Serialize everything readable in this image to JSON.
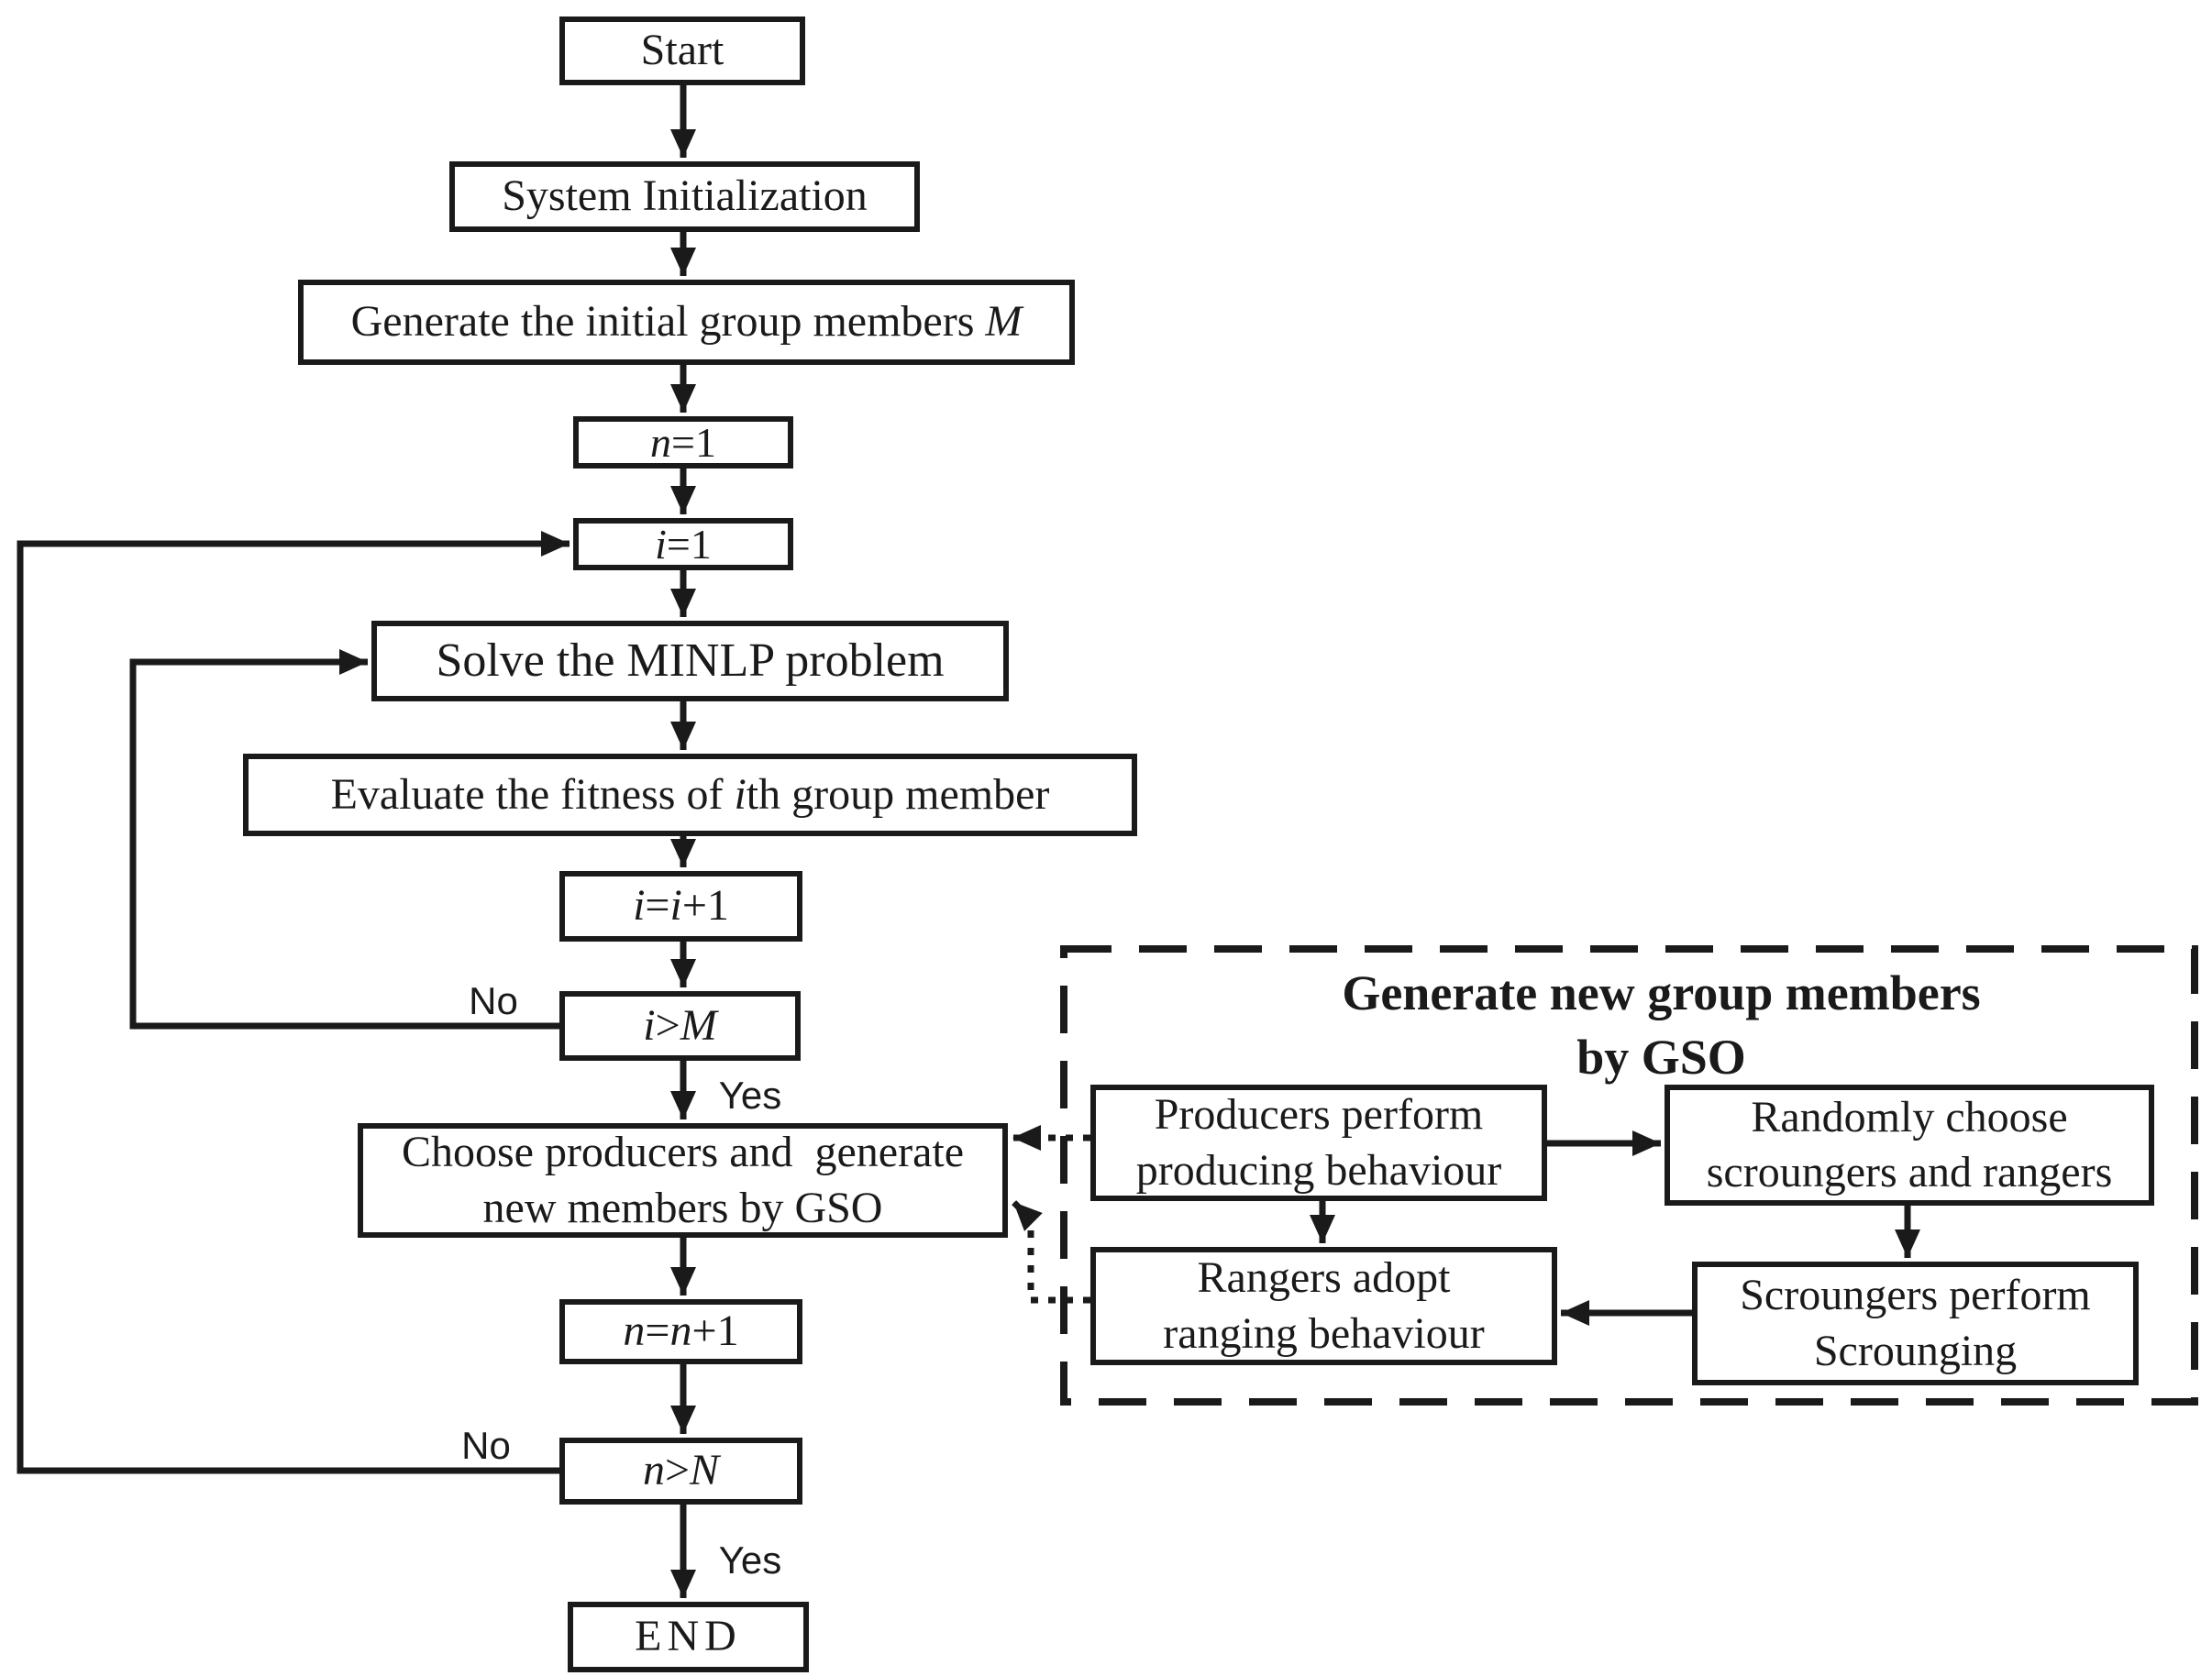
{
  "diagram": {
    "colors": {
      "ink": "#1a1a1a",
      "paper": "#ffffff"
    },
    "gso_group": {
      "title_line1": "Generate new group members",
      "title_line2": "by GSO"
    },
    "edge_labels": {
      "no_i_check": "No",
      "yes_i_check": "Yes",
      "no_n_check": "No",
      "yes_n_check": "Yes"
    },
    "nodes": {
      "start": {
        "label": "Start"
      },
      "system_init": {
        "label": "System Initialization"
      },
      "generate_members": {
        "segments": [
          {
            "t": "Generate the initial group members "
          },
          {
            "t": "M",
            "i": true
          }
        ]
      },
      "n_init": {
        "segments": [
          {
            "t": "n",
            "i": true
          },
          {
            "t": "=1"
          }
        ]
      },
      "i_init": {
        "segments": [
          {
            "t": "i",
            "i": true
          },
          {
            "t": "=1"
          }
        ]
      },
      "solve_minlp": {
        "label": "Solve the MINLP problem"
      },
      "evaluate_fitness": {
        "segments": [
          {
            "t": "Evaluate the fitness of "
          },
          {
            "t": "i",
            "i": true
          },
          {
            "t": "th group member"
          }
        ]
      },
      "i_increment": {
        "segments": [
          {
            "t": "i",
            "i": true
          },
          {
            "t": "="
          },
          {
            "t": "i",
            "i": true
          },
          {
            "t": "+1"
          }
        ]
      },
      "i_check": {
        "segments": [
          {
            "t": "i",
            "i": true
          },
          {
            "t": ">"
          },
          {
            "t": "M",
            "i": true
          }
        ]
      },
      "choose_producers": {
        "line1": "Choose producers and  generate",
        "line2": "new members by GSO"
      },
      "n_increment": {
        "segments": [
          {
            "t": "n",
            "i": true
          },
          {
            "t": "="
          },
          {
            "t": "n",
            "i": true
          },
          {
            "t": "+1"
          }
        ]
      },
      "n_check": {
        "segments": [
          {
            "t": "n",
            "i": true
          },
          {
            "t": ">"
          },
          {
            "t": "N",
            "i": true
          }
        ]
      },
      "end": {
        "label": "END"
      },
      "producers": {
        "line1": "Producers perform",
        "line2": "producing behaviour"
      },
      "random_choose": {
        "line1": "Randomly choose",
        "line2": "scroungers and rangers"
      },
      "rangers": {
        "line1": "Rangers adopt",
        "line2": "ranging behaviour"
      },
      "scroungers": {
        "line1": "Scroungers perform",
        "line2": "Scrounging"
      }
    }
  }
}
